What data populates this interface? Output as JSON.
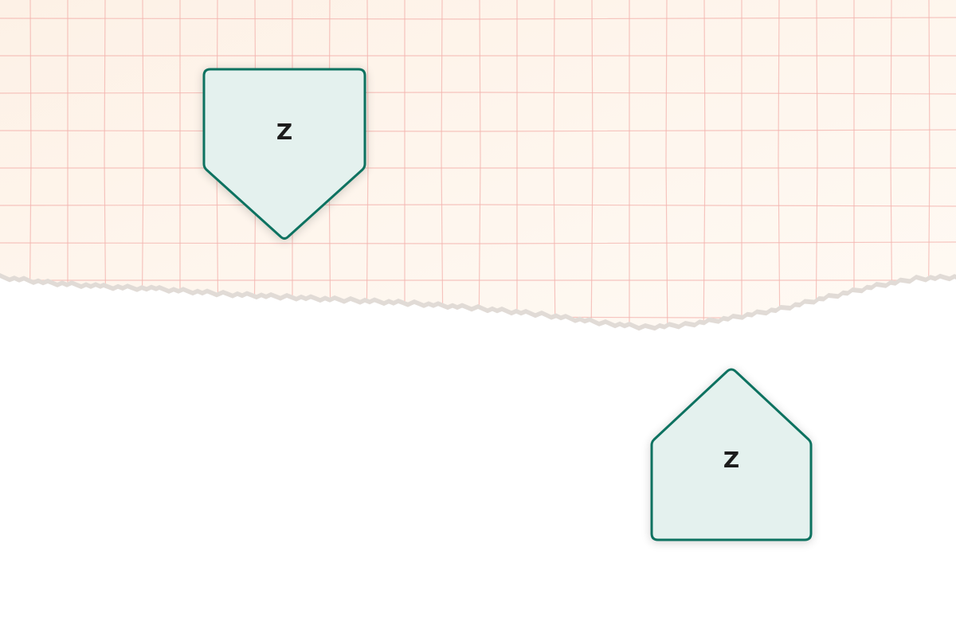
{
  "colors": {
    "paper": "#fdf1e6",
    "paper_light": "#fffaf4",
    "grid": "#f3b3ad",
    "torn_shadow": "#d9d2cc",
    "background": "#ffffff",
    "shape_fill": "#e4f1ee",
    "shape_stroke": "#0e7261",
    "label": "#1d1d1d"
  },
  "shapes": [
    {
      "id": "pentagon-down",
      "kind": "offpage-connector-pointing-down",
      "label": "Z"
    },
    {
      "id": "pentagon-up",
      "kind": "offpage-connector-pointing-up",
      "label": "Z"
    }
  ]
}
